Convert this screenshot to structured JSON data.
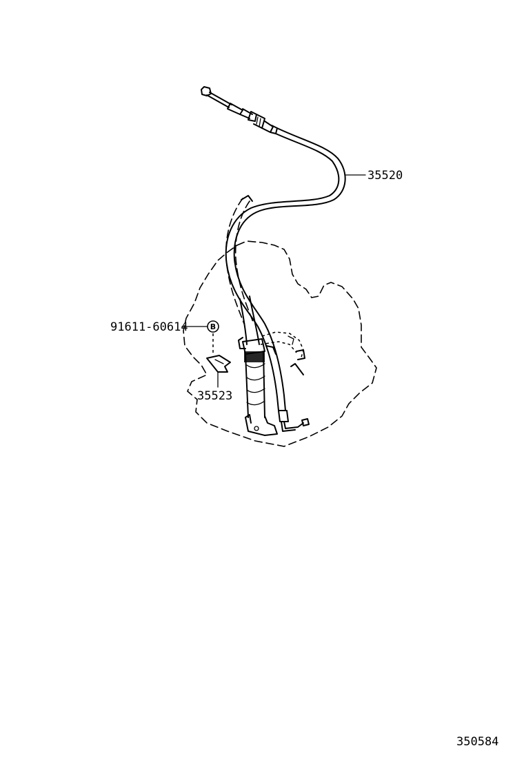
{
  "callouts": {
    "cable_part": "35520",
    "bolt_part": "91611-60614",
    "bolt_marker": "B",
    "bracket_part": "35523"
  },
  "figure_id": "350584"
}
